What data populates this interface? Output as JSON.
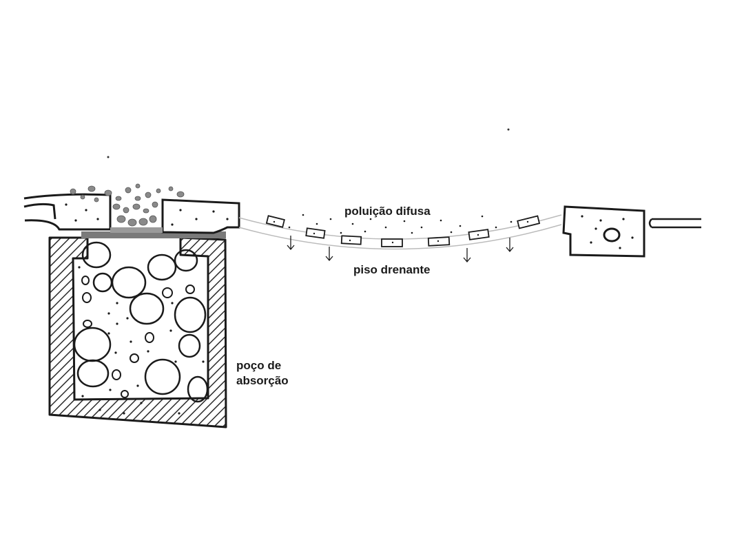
{
  "labels": {
    "diffuse_pollution": "poluição difusa",
    "draining_floor": "piso drenante",
    "absorption_well_line1": "poço de",
    "absorption_well_line2": "absorção"
  },
  "colors": {
    "ink": "#1a1a1a",
    "gravel": "#888888",
    "hatch": "#2a2a2a",
    "background": "#ffffff"
  }
}
